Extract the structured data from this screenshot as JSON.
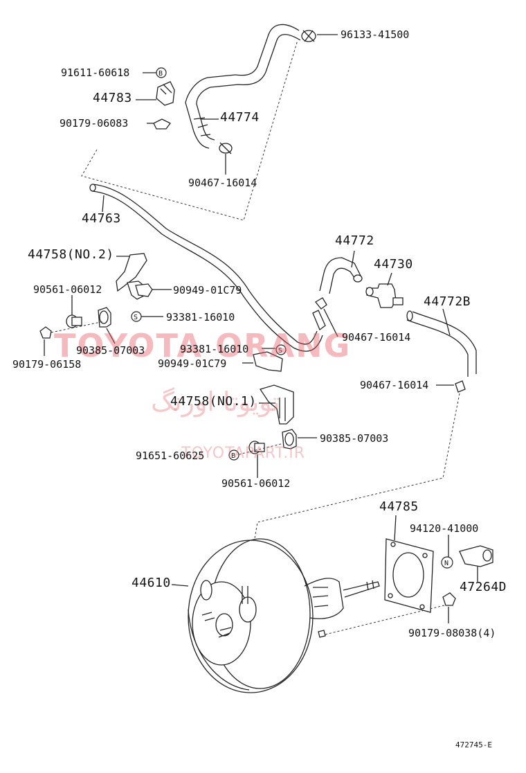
{
  "labels": {
    "p96133": "96133-41500",
    "p91611": "91611-60618",
    "p44783": "44783",
    "p90179a": "90179-06083",
    "p44774": "44774",
    "p90467a": "90467-16014",
    "p44763": "44763",
    "p44758no2": "44758(NO.2)",
    "p90561a": "90561-06012",
    "p90949a": "90949-01C79",
    "p93381a": "93381-16010",
    "p90385a": "90385-07003",
    "p90179b": "90179-06158",
    "p44772": "44772",
    "p44730": "44730",
    "p44772b": "44772B",
    "p90467b": "90467-16014",
    "p93381b": "93381-16010",
    "p90949b": "90949-01C79",
    "p90467c": "90467-16014",
    "p44758no1": "44758(NO.1)",
    "p90385b": "90385-07003",
    "p91651": "91651-60625",
    "p90561b": "90561-06012",
    "p44785": "44785",
    "p94120": "94120-41000",
    "p44610": "44610",
    "p47264d": "47264D",
    "p90179c": "90179-08038(4)",
    "diagram_id": "472745-E"
  },
  "symbols": {
    "b1": "B",
    "s1": "S",
    "s2": "S",
    "b2": "B",
    "n1": "N"
  },
  "watermark": {
    "brand": "TOYOTA ORANG",
    "persian": "تویوتا اورنگ",
    "url": "TOYOTAPART.IR",
    "color": "#e65a64"
  }
}
